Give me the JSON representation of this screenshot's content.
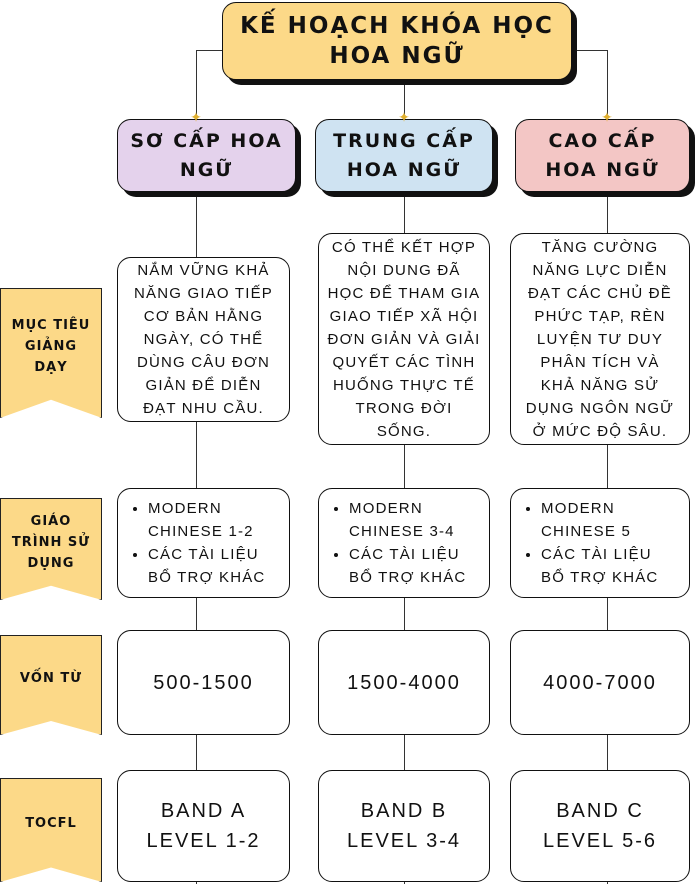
{
  "title": "KẾ HOẠCH KHÓA HỌC\nHOA NGỮ",
  "colors": {
    "title_bg": "#fcd988",
    "beginner_bg": "#e4d2ec",
    "intermediate_bg": "#cfe3f2",
    "advanced_bg": "#f3c6c5",
    "banner_bg": "#fcd988"
  },
  "row_labels": [
    "MỤC TIÊU\nGIẢNG\nDẠY",
    "GIÁO\nTRÌNH SỬ\nDỤNG",
    "VỐN TỪ",
    "TOCFL"
  ],
  "columns": [
    {
      "header": "SƠ CẤP HOA\nNGỮ",
      "objective": "NẮM VỮNG KHẢ\nNĂNG GIAO TIẾP\nCƠ BẢN HẰNG\nNGÀY, CÓ THỂ\nDÙNG CÂU ĐƠN\nGIẢN ĐỂ DIỄN\nĐẠT NHU CẦU.",
      "materials": [
        "MODERN\nCHINESE 1-2",
        "CÁC TÀI LIỆU\nBỔ TRỢ KHÁC"
      ],
      "vocabulary": "500-1500",
      "tocfl": "BAND A\nLEVEL 1-2"
    },
    {
      "header": "TRUNG CẤP\nHOA NGỮ",
      "objective": "CÓ THỂ KẾT HỢP\nNỘI DUNG ĐÃ\nHỌC ĐỂ THAM GIA\nGIAO TIẾP XÃ HỘI\nĐƠN GIẢN VÀ GIẢI\nQUYẾT CÁC TÌNH\nHUỐNG THỰC TẾ\nTRONG ĐỜI\nSỐNG.",
      "materials": [
        "MODERN\nCHINESE 3-4",
        "CÁC TÀI LIỆU\nBỔ TRỢ KHÁC"
      ],
      "vocabulary": "1500-4000",
      "tocfl": "BAND B\nLEVEL 3-4"
    },
    {
      "header": "CAO CẤP\nHOA NGỮ",
      "objective": "TĂNG CƯỜNG\nNĂNG LỰC DIỄN\nĐẠT CÁC CHỦ ĐỀ\nPHỨC TẠP, RÈN\nLUYỆN TƯ DUY\nPHÂN TÍCH VÀ\nKHẢ NĂNG SỬ\nDỤNG NGÔN NGỮ\nỞ MỨC ĐỘ SÂU.",
      "materials": [
        "MODERN\nCHINESE 5",
        "CÁC TÀI LIỆU\nBỔ TRỢ KHÁC"
      ],
      "vocabulary": "4000-7000",
      "tocfl": "BAND C\nLEVEL 5-6"
    }
  ]
}
